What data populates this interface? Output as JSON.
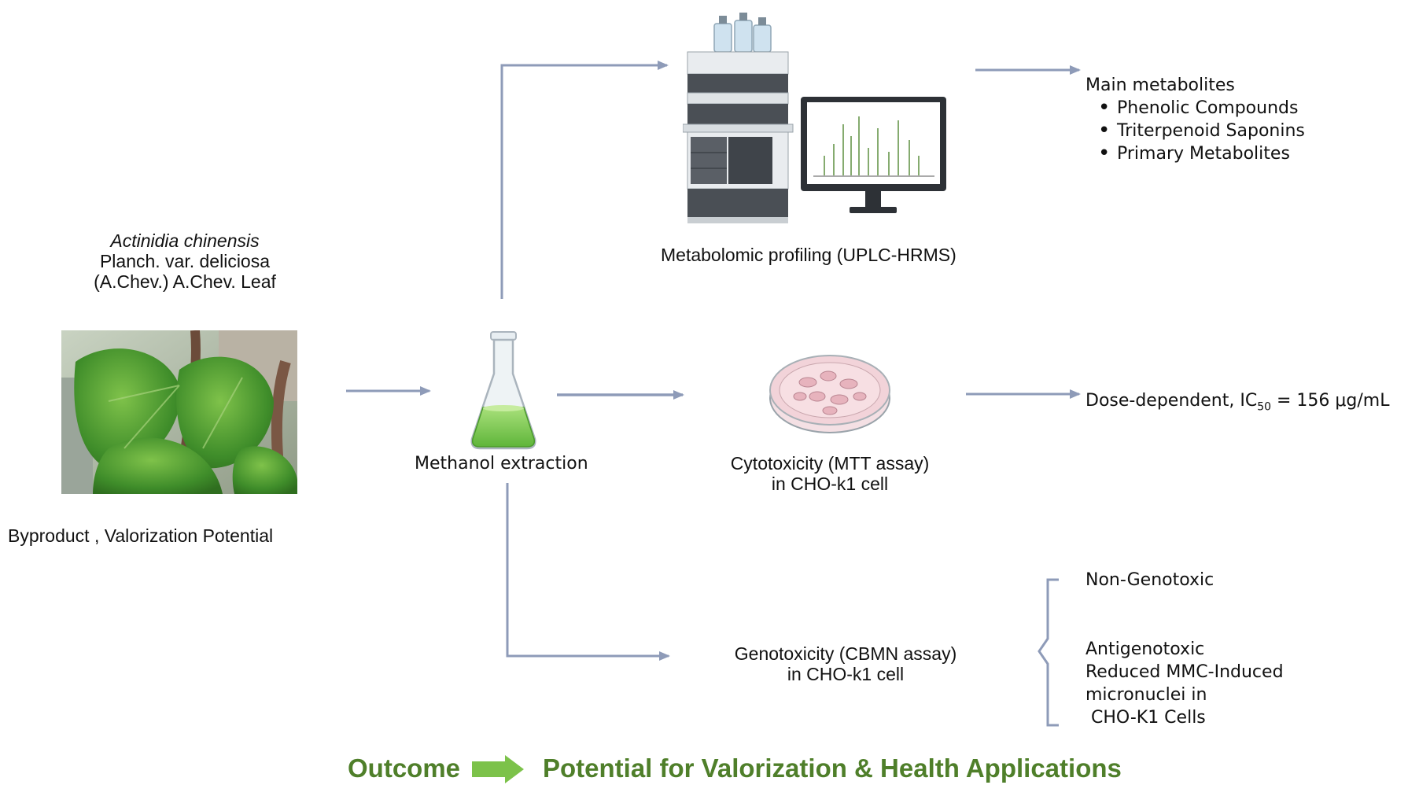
{
  "plant": {
    "name_italic": "Actinidia chinensis",
    "line2": "Planch. var. deliciosa",
    "line3": "(A.Chev.) A.Chev. Leaf",
    "caption": "Byproduct , Valorization Potential"
  },
  "extraction": {
    "label": "Methanol extraction"
  },
  "metabolomics": {
    "label": "Metabolomic  profiling (UPLC-HRMS)",
    "result_title": "Main metabolites",
    "items": [
      "Phenolic Compounds",
      "Triterpenoid Saponins",
      "Primary Metabolites"
    ]
  },
  "cytotoxicity": {
    "line1": "Cytotoxicity  (MTT assay)",
    "line2": "in  CHO-k1 cell",
    "result_prefix": "Dose-dependent, IC",
    "result_sub": "50",
    "result_suffix": " = 156 μg/mL"
  },
  "genotoxicity": {
    "line1": "Genotoxicity (CBMN assay)",
    "line2": "in  CHO-k1 cell",
    "result1": "Non-Genotoxic",
    "result2_lines": [
      "Antigenotoxic",
      "Reduced MMC-Induced",
      "micronuclei in",
      " CHO-K1 Cells"
    ]
  },
  "outcome": {
    "label": "Outcome",
    "text": "Potential for Valorization & Health Applications"
  },
  "colors": {
    "arrow": "#8e9bb8",
    "green": "#4f7f2a",
    "outcome_arrow": "#7cc24a"
  }
}
